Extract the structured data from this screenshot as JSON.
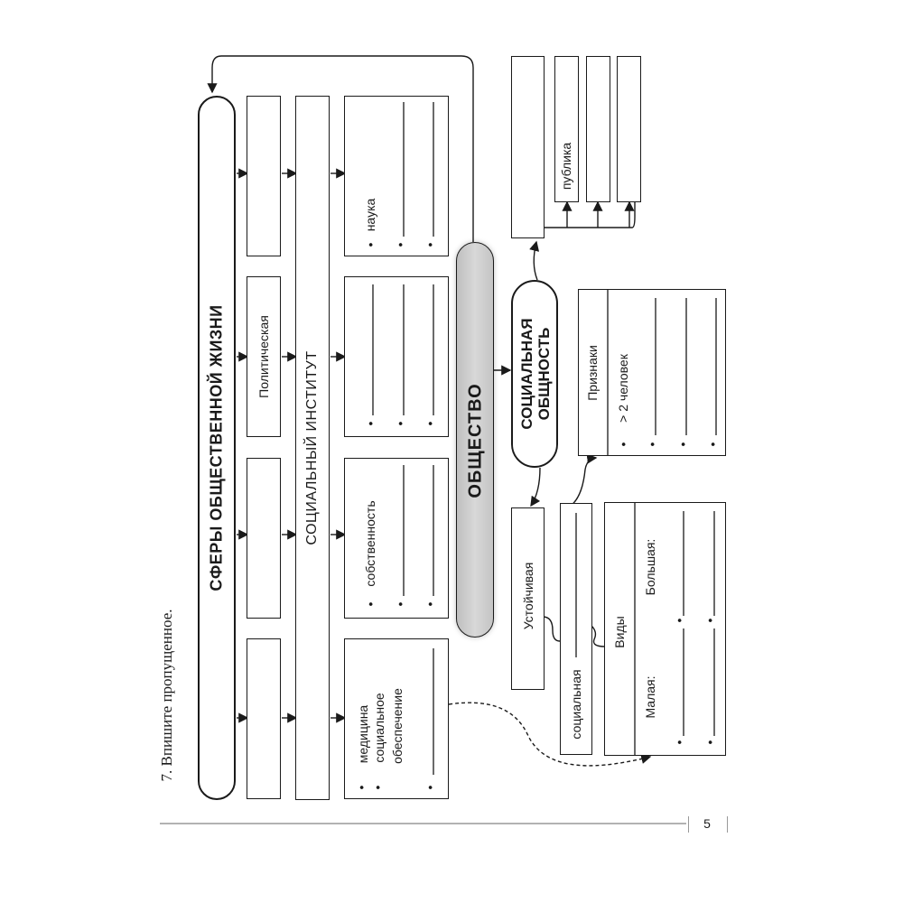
{
  "task": "7. Впишите пропущенное.",
  "page_number": "5",
  "spheres_title": "СФЕРЫ ОБЩЕСТВЕННОЙ ЖИЗНИ",
  "sphere_political": "Политическая",
  "institute_title": "СОЦИАЛЬНЫЙ ИНСТИТУТ",
  "inst_nauka": "наука",
  "inst_sobstvennost": "собственность",
  "inst_medicina": "медицина",
  "inst_social": "социальное",
  "inst_obespechenie": "обеспечение",
  "bullet": "•",
  "society": "ОБЩЕСТВО",
  "community_line1": "СОЦИАЛЬНАЯ",
  "community_line2": "ОБЩНОСТЬ",
  "publika": "публика",
  "priznaki": "Признаки",
  "priznak_1": "> 2 человек",
  "ustoichivaya": "Устойчивая",
  "socialnaya": "социальная",
  "vidy": "Виды",
  "malaya": "Малая:",
  "bolshaya": "Большая:"
}
